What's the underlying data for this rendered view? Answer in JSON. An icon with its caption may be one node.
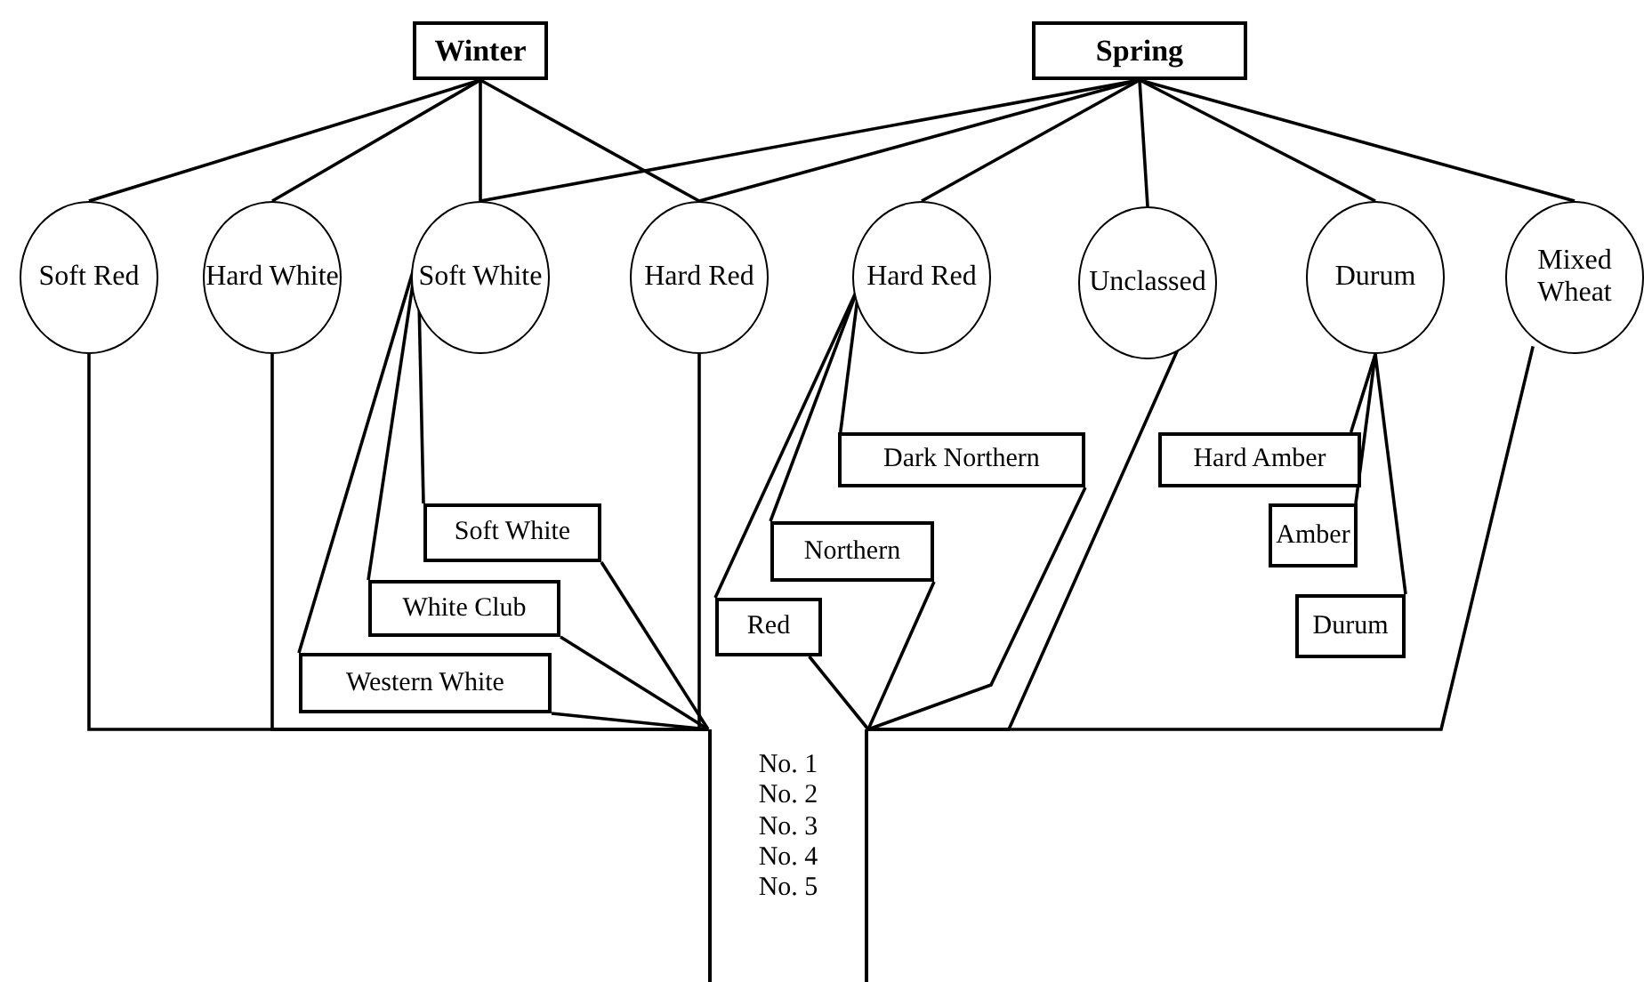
{
  "diagram": {
    "nodes": [
      {
        "text": [
          "Winter"
        ]
      },
      {
        "text": [
          "Spring"
        ]
      },
      {
        "text": [
          "Soft Red"
        ]
      },
      {
        "text": [
          "Hard White"
        ]
      },
      {
        "text": [
          "Soft White"
        ]
      },
      {
        "text": [
          "Hard Red"
        ]
      },
      {
        "text": [
          "Hard Red"
        ]
      },
      {
        "text": [
          "Unclassed"
        ]
      },
      {
        "text": [
          "Durum"
        ]
      },
      {
        "text": [
          "Mixed Wheat"
        ]
      },
      {
        "text": [
          "Soft White"
        ]
      },
      {
        "text": [
          "White Club"
        ]
      },
      {
        "text": [
          "Western White"
        ]
      },
      {
        "text": [
          "Dark Northern"
        ]
      },
      {
        "text": [
          "Northern"
        ]
      },
      {
        "text": [
          "Red"
        ]
      },
      {
        "text": [
          "Hard Amber"
        ]
      },
      {
        "text": [
          "Amber"
        ]
      },
      {
        "text": [
          "Durum"
        ]
      },
      {
        "text": [
          "No. 1",
          "No. 2",
          "No. 3",
          "No. 4",
          "No. 5"
        ]
      }
    ],
    "edges": [
      {
        "from": 0,
        "to": 2,
        "arrow": "none"
      },
      {
        "from": 0,
        "to": 3,
        "arrow": "none"
      },
      {
        "from": 0,
        "to": 4,
        "arrow": "none"
      },
      {
        "from": 0,
        "to": 5,
        "arrow": "none"
      },
      {
        "from": 1,
        "to": 4,
        "arrow": "none"
      },
      {
        "from": 1,
        "to": 5,
        "arrow": "none"
      },
      {
        "from": 1,
        "to": 6,
        "arrow": "none"
      },
      {
        "from": 1,
        "to": 7,
        "arrow": "none"
      },
      {
        "from": 1,
        "to": 8,
        "arrow": "none"
      },
      {
        "from": 1,
        "to": 9,
        "arrow": "none"
      },
      {
        "from": 4,
        "to": 10,
        "arrow": "none"
      },
      {
        "from": 4,
        "to": 11,
        "arrow": "none"
      },
      {
        "from": 4,
        "to": 12,
        "arrow": "none"
      },
      {
        "from": 6,
        "to": 13,
        "arrow": "none"
      },
      {
        "from": 6,
        "to": 14,
        "arrow": "none"
      },
      {
        "from": 6,
        "to": 15,
        "arrow": "none"
      },
      {
        "from": 8,
        "to": 16,
        "arrow": "none"
      },
      {
        "from": 8,
        "to": 17,
        "arrow": "none"
      },
      {
        "from": 8,
        "to": 18,
        "arrow": "none"
      },
      {
        "from": 2,
        "to": 19,
        "arrow": "none"
      },
      {
        "from": 3,
        "to": 19,
        "arrow": "none"
      },
      {
        "from": 5,
        "to": 19,
        "arrow": "none"
      },
      {
        "from": 12,
        "to": 19,
        "arrow": "none"
      },
      {
        "from": 11,
        "to": 19,
        "arrow": "none"
      },
      {
        "from": 10,
        "to": 19,
        "arrow": "none"
      },
      {
        "from": 15,
        "to": 19,
        "arrow": "none"
      },
      {
        "from": 14,
        "to": 19,
        "arrow": "none"
      },
      {
        "from": 13,
        "to": 19,
        "arrow": "none"
      },
      {
        "from": 7,
        "to": 19,
        "arrow": "none"
      },
      {
        "from": 9,
        "to": 19,
        "arrow": "none"
      }
    ]
  }
}
